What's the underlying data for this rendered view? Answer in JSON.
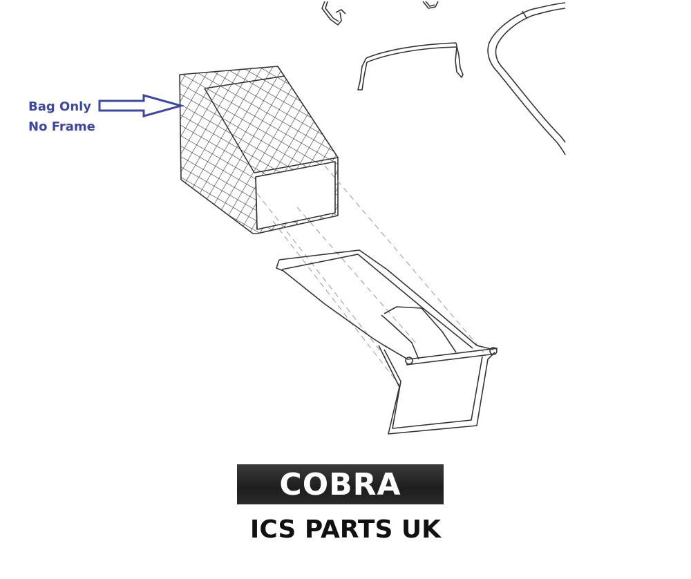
{
  "callout": {
    "line1": "Bag Only",
    "line2": "No Frame",
    "color": "#3d47a0"
  },
  "brand": {
    "logo_text": "COBRA",
    "logo_bg": "#2a2a2a",
    "logo_fg": "#ffffff"
  },
  "shop": {
    "name": "ICS PARTS UK"
  },
  "parts": [
    "grass-bag",
    "bag-frame",
    "handle-upper",
    "handle-clip-left",
    "handle-clip-right",
    "handle-lower"
  ]
}
